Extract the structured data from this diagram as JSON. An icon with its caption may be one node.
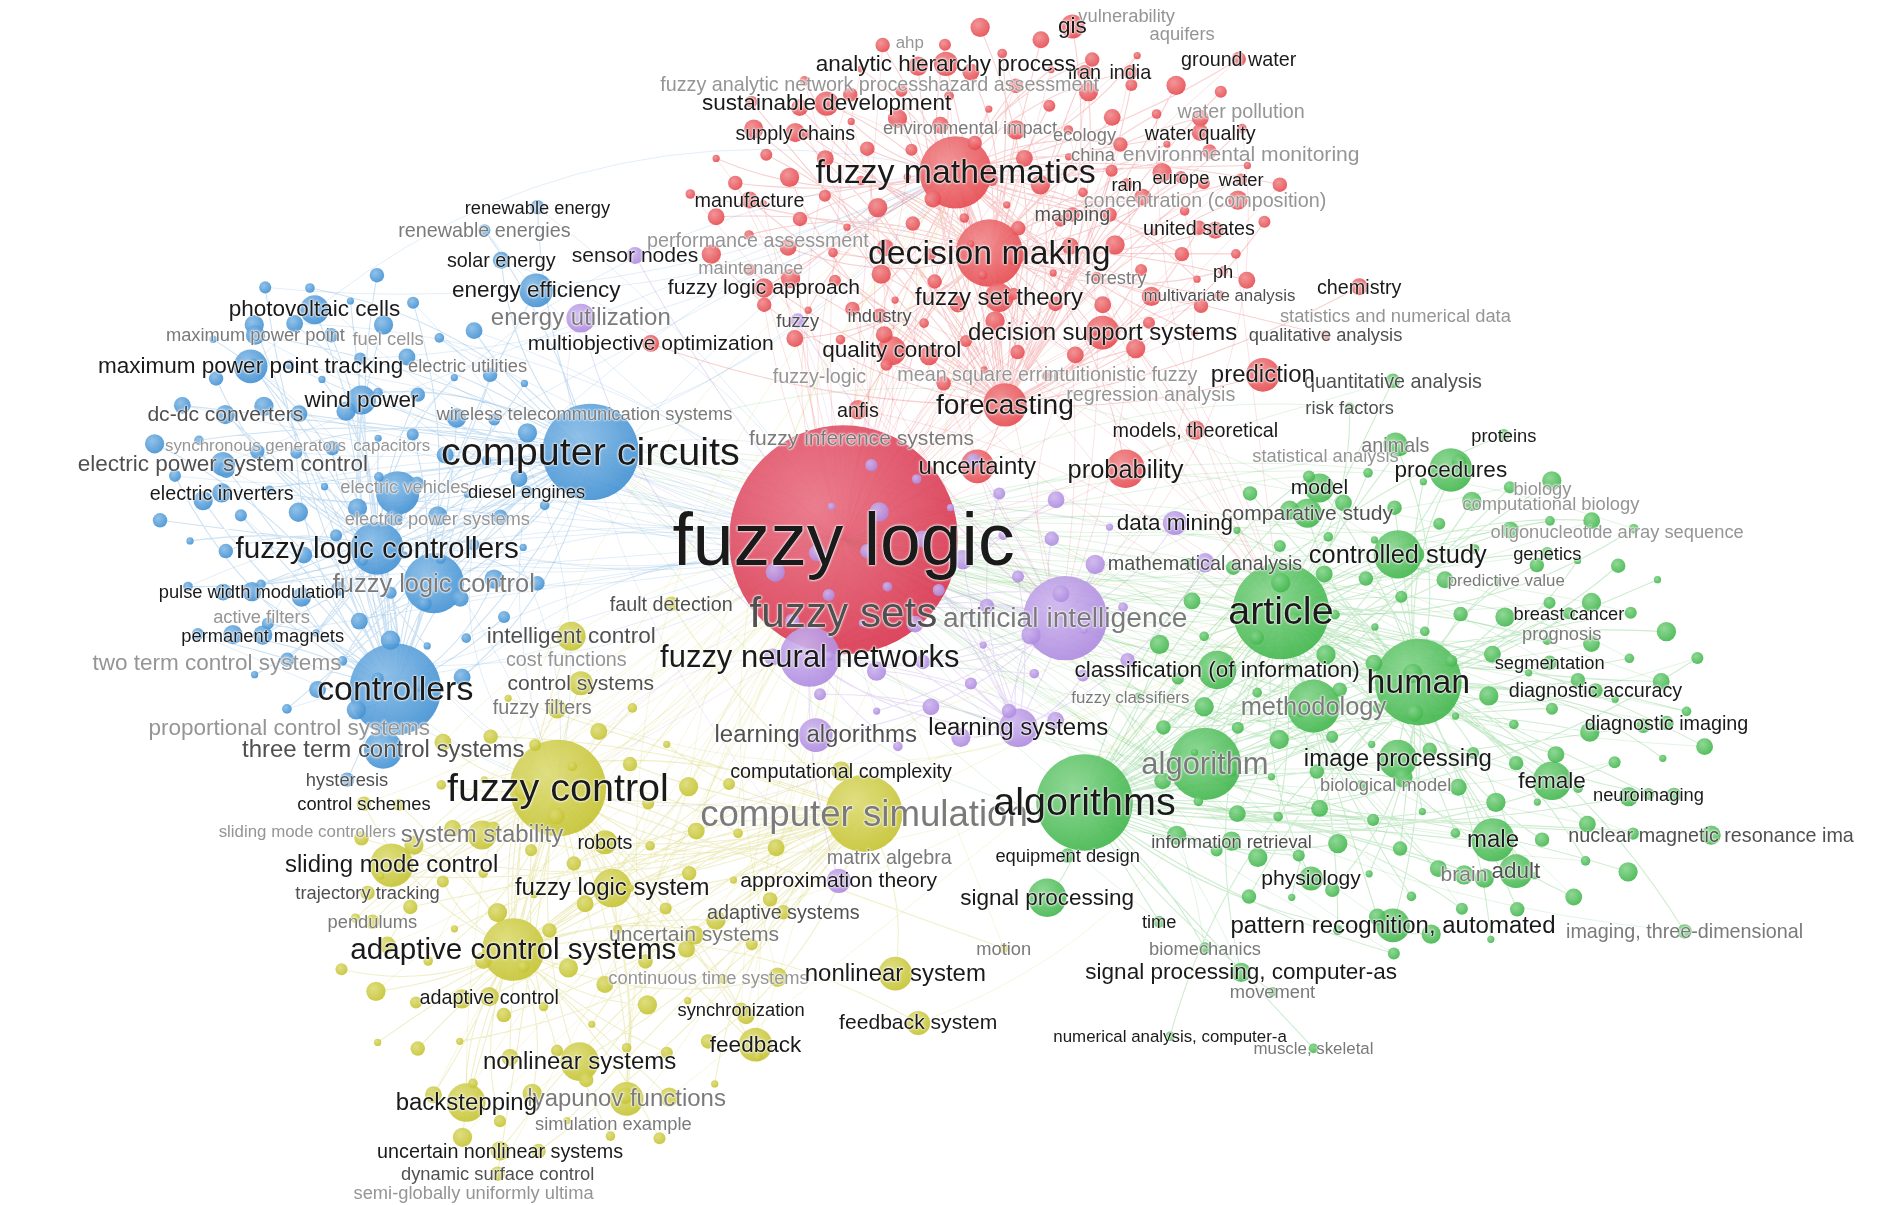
{
  "diagram": {
    "labels": [
      "vulnerability",
      "gis",
      "aquifers",
      "ahp",
      "ground water",
      "analytic hierarchy process",
      "iran",
      "india",
      "fuzzy analytic network process",
      "hazard assessment",
      "sustainable development",
      "water pollution",
      "environmental impact",
      "supply chains",
      "ecology",
      "water quality",
      "china",
      "environmental monitoring",
      "fuzzy mathematics",
      "europe",
      "water",
      "rain",
      "manufacture",
      "concentration (composition)",
      "renewable energy",
      "mapping",
      "united states",
      "renewable energies",
      "performance assessment",
      "decision making",
      "sensor nodes",
      "solar energy",
      "maintenance",
      "ph",
      "forestry",
      "chemistry",
      "fuzzy logic approach",
      "energy efficiency",
      "fuzzy set theory",
      "multivariate analysis",
      "photovoltaic cells",
      "statistics and numerical data",
      "industry",
      "fuzzy",
      "energy utilization",
      "decision support systems",
      "maximum power point",
      "qualitative analysis",
      "fuel cells",
      "multiobjective optimization",
      "quality control",
      "electric utilities",
      "maximum power point tracking",
      "mean square error",
      "intuitionistic fuzzy",
      "prediction",
      "fuzzy-logic",
      "quantitative analysis",
      "regression analysis",
      "wind power",
      "forecasting",
      "risk factors",
      "anfis",
      "wireless telecommunication systems",
      "dc-dc converters",
      "models, theoretical",
      "proteins",
      "fuzzy inference systems",
      "animals",
      "synchronous generators",
      "capacitors",
      "computer circuits",
      "statistical analysis",
      "electric power system control",
      "electric vehicles",
      "uncertainty",
      "probability",
      "procedures",
      "model",
      "biology",
      "electric inverters",
      "diesel engines",
      "computational biology",
      "comparative study",
      "electric power systems",
      "data mining",
      "oligonucleotide array sequence",
      "fuzzy logic",
      "fuzzy logic controllers",
      "genetics",
      "controlled study",
      "mathematical analysis",
      "predictive value",
      "fuzzy logic control",
      "pulse width modulation",
      "fault detection",
      "article",
      "fuzzy sets",
      "artificial intelligence",
      "breast cancer",
      "active filters",
      "prognosis",
      "permanent magnets",
      "intelligent control",
      "fuzzy neural networks",
      "cost functions",
      "two term control systems",
      "segmentation",
      "classification (of information)",
      "human",
      "control systems",
      "controllers",
      "diagnostic accuracy",
      "fuzzy classifiers",
      "methodology",
      "fuzzy filters",
      "diagnostic imaging",
      "learning systems",
      "proportional control systems",
      "learning algorithms",
      "three term control systems",
      "image processing",
      "algorithm",
      "computational complexity",
      "hysteresis",
      "female",
      "biological model",
      "fuzzy control",
      "neuroimaging",
      "algorithms",
      "control schemes",
      "computer simulation",
      "sliding mode controllers",
      "system stability",
      "nuclear magnetic resonance ima",
      "robots",
      "male",
      "information retrieval",
      "matrix algebra",
      "equipment design",
      "sliding mode control",
      "brain",
      "adult",
      "physiology",
      "approximation theory",
      "fuzzy logic system",
      "trajectory tracking",
      "signal processing",
      "adaptive systems",
      "pendulums",
      "time",
      "pattern recognition, automated",
      "imaging, three-dimensional",
      "uncertain systems",
      "adaptive control systems",
      "motion",
      "biomechanics",
      "nonlinear system",
      "signal processing, computer-as",
      "continuous time systems",
      "movement",
      "adaptive control",
      "synchronization",
      "feedback system",
      "numerical analysis, computer-a",
      "feedback",
      "muscle, skeletal",
      "nonlinear systems",
      "lyapunov functions",
      "backstepping",
      "simulation example",
      "uncertain nonlinear systems",
      "dynamic surface control",
      "semi-globally uniformly ultima"
    ]
  }
}
